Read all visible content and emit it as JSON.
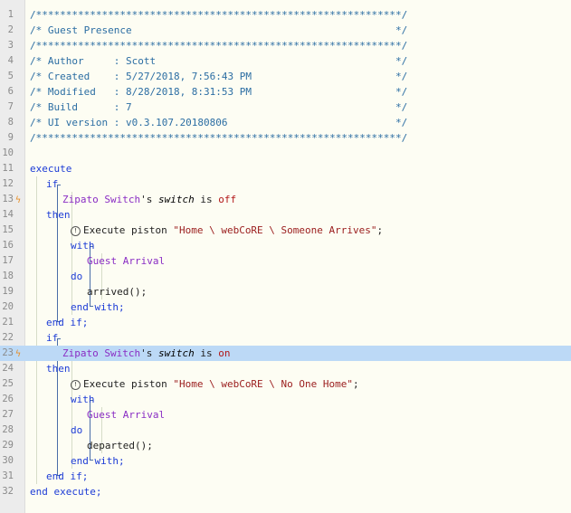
{
  "editor": {
    "highlight_line": 23,
    "lines": [
      {
        "n": "1",
        "parts": [
          {
            "c": "cm",
            "t": "/*************************************************************/"
          }
        ]
      },
      {
        "n": "2",
        "parts": [
          {
            "c": "cm",
            "t": "/* Guest Presence                                            */"
          }
        ]
      },
      {
        "n": "3",
        "parts": [
          {
            "c": "cm",
            "t": "/*************************************************************/"
          }
        ]
      },
      {
        "n": "4",
        "parts": [
          {
            "c": "cm",
            "t": "/* Author     : Scott                                        */"
          }
        ]
      },
      {
        "n": "5",
        "parts": [
          {
            "c": "cm",
            "t": "/* Created    : 5/27/2018, 7:56:43 PM                        */"
          }
        ]
      },
      {
        "n": "6",
        "parts": [
          {
            "c": "cm",
            "t": "/* Modified   : 8/28/2018, 8:31:53 PM                        */"
          }
        ]
      },
      {
        "n": "7",
        "parts": [
          {
            "c": "cm",
            "t": "/* Build      : 7                                            */"
          }
        ]
      },
      {
        "n": "8",
        "parts": [
          {
            "c": "cm",
            "t": "/* UI version : v0.3.107.20180806                            */"
          }
        ]
      },
      {
        "n": "9",
        "parts": [
          {
            "c": "cm",
            "t": "/*************************************************************/"
          }
        ]
      },
      {
        "n": "10",
        "parts": []
      },
      {
        "n": "11",
        "parts": [
          {
            "c": "kw",
            "t": "execute"
          }
        ]
      },
      {
        "n": "12",
        "indent": 1,
        "parts": [
          {
            "c": "kw",
            "t": "if"
          }
        ]
      },
      {
        "n": "13",
        "indent": 2,
        "bolt": true,
        "parts": [
          {
            "c": "dev",
            "t": "Zipato Switch"
          },
          {
            "c": "blk",
            "t": "'s "
          },
          {
            "c": "attr",
            "t": "switch"
          },
          {
            "c": "blk",
            "t": " is "
          },
          {
            "c": "val",
            "t": "off"
          }
        ]
      },
      {
        "n": "14",
        "indent": 1,
        "parts": [
          {
            "c": "kw",
            "t": "then"
          }
        ]
      },
      {
        "n": "15",
        "indent": 2.5,
        "info": true,
        "parts": [
          {
            "c": "blk",
            "t": "Execute piston "
          },
          {
            "c": "str",
            "t": "\"Home \\ webCoRE \\ Someone Arrives\""
          },
          {
            "c": "blk",
            "t": ";"
          }
        ]
      },
      {
        "n": "16",
        "indent": 2.5,
        "parts": [
          {
            "c": "kw",
            "t": "with"
          }
        ]
      },
      {
        "n": "17",
        "indent": 3.5,
        "parts": [
          {
            "c": "dev",
            "t": "Guest Arrival"
          }
        ]
      },
      {
        "n": "18",
        "indent": 2.5,
        "parts": [
          {
            "c": "kw",
            "t": "do"
          }
        ]
      },
      {
        "n": "19",
        "indent": 3.5,
        "parts": [
          {
            "c": "blk",
            "t": "arrived();"
          }
        ]
      },
      {
        "n": "20",
        "indent": 2.5,
        "parts": [
          {
            "c": "kw",
            "t": "end with;"
          }
        ]
      },
      {
        "n": "21",
        "indent": 1,
        "parts": [
          {
            "c": "kw",
            "t": "end if;"
          }
        ]
      },
      {
        "n": "22",
        "indent": 1,
        "parts": [
          {
            "c": "kw",
            "t": "if"
          }
        ]
      },
      {
        "n": "23",
        "indent": 2,
        "bolt": true,
        "parts": [
          {
            "c": "dev",
            "t": "Zipato Switch"
          },
          {
            "c": "blk",
            "t": "'s "
          },
          {
            "c": "attr",
            "t": "switch"
          },
          {
            "c": "blk",
            "t": " is "
          },
          {
            "c": "val",
            "t": "on"
          }
        ]
      },
      {
        "n": "24",
        "indent": 1,
        "parts": [
          {
            "c": "kw",
            "t": "then"
          }
        ]
      },
      {
        "n": "25",
        "indent": 2.5,
        "info": true,
        "parts": [
          {
            "c": "blk",
            "t": "Execute piston "
          },
          {
            "c": "str",
            "t": "\"Home \\ webCoRE \\ No One Home\""
          },
          {
            "c": "blk",
            "t": ";"
          }
        ]
      },
      {
        "n": "26",
        "indent": 2.5,
        "parts": [
          {
            "c": "kw",
            "t": "with"
          }
        ]
      },
      {
        "n": "27",
        "indent": 3.5,
        "parts": [
          {
            "c": "dev",
            "t": "Guest Arrival"
          }
        ]
      },
      {
        "n": "28",
        "indent": 2.5,
        "parts": [
          {
            "c": "kw",
            "t": "do"
          }
        ]
      },
      {
        "n": "29",
        "indent": 3.5,
        "parts": [
          {
            "c": "blk",
            "t": "departed();"
          }
        ]
      },
      {
        "n": "30",
        "indent": 2.5,
        "parts": [
          {
            "c": "kw",
            "t": "end with;"
          }
        ]
      },
      {
        "n": "31",
        "indent": 1,
        "parts": [
          {
            "c": "kw",
            "t": "end if;"
          }
        ]
      },
      {
        "n": "32",
        "parts": [
          {
            "c": "kw",
            "t": "end execute;"
          }
        ]
      }
    ]
  }
}
